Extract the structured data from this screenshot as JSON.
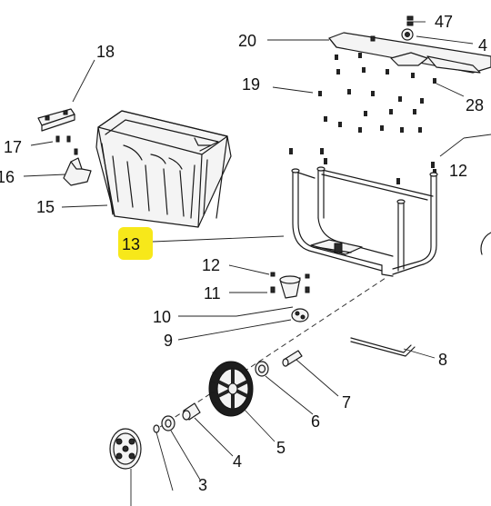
{
  "callouts": [
    {
      "id": "c47",
      "label": "47"
    },
    {
      "id": "c4a",
      "label": "4"
    },
    {
      "id": "c20",
      "label": "20"
    },
    {
      "id": "c18",
      "label": "18"
    },
    {
      "id": "c19",
      "label": "19"
    },
    {
      "id": "c28",
      "label": "28"
    },
    {
      "id": "c17",
      "label": "17"
    },
    {
      "id": "c16",
      "label": "16"
    },
    {
      "id": "c12a",
      "label": "12"
    },
    {
      "id": "c15",
      "label": "15"
    },
    {
      "id": "c13",
      "label": "13"
    },
    {
      "id": "c12b",
      "label": "12"
    },
    {
      "id": "c11",
      "label": "11"
    },
    {
      "id": "c10",
      "label": "10"
    },
    {
      "id": "c9",
      "label": "9"
    },
    {
      "id": "c8",
      "label": "8"
    },
    {
      "id": "c7",
      "label": "7"
    },
    {
      "id": "c6",
      "label": "6"
    },
    {
      "id": "c5",
      "label": "5"
    },
    {
      "id": "c4b",
      "label": "4"
    },
    {
      "id": "c3",
      "label": "3"
    }
  ],
  "highlight": {
    "callout": "13",
    "color": "#f7e81a"
  }
}
